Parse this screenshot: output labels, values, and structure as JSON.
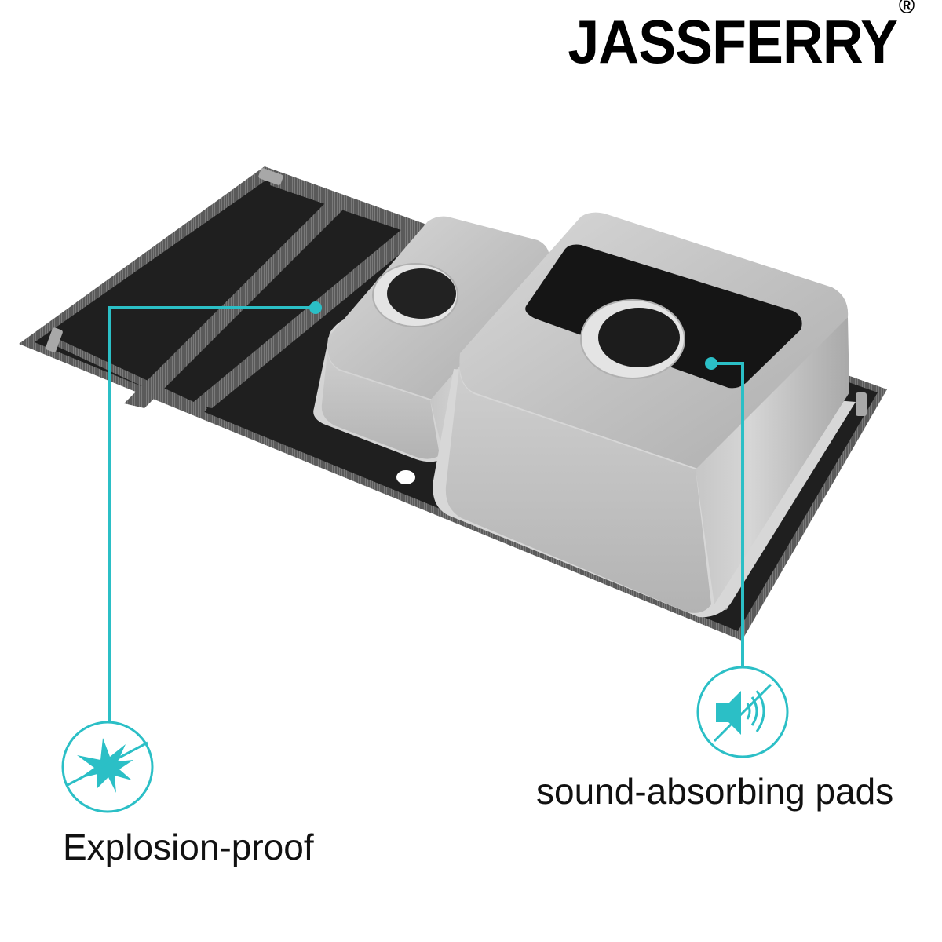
{
  "brand": {
    "name": "JASSFERRY",
    "registered_mark": "®"
  },
  "product": {
    "description": "Double bowl stainless steel kitchen sink with black glass drainer (underside view)",
    "colors": {
      "accent": "#2bbfc6",
      "glass": "#1e1e1e",
      "glass_edge": "#6e6e6e",
      "steel": "#c4c4c4",
      "background": "#ffffff"
    }
  },
  "callouts": [
    {
      "id": "explosion-proof",
      "label": "Explosion-proof",
      "icon": "explosion-crossed-icon",
      "target": "glass drainer panel"
    },
    {
      "id": "sound-absorbing",
      "label": "sound-absorbing pads",
      "icon": "speaker-muted-icon",
      "target": "black pad under main bowl"
    }
  ]
}
